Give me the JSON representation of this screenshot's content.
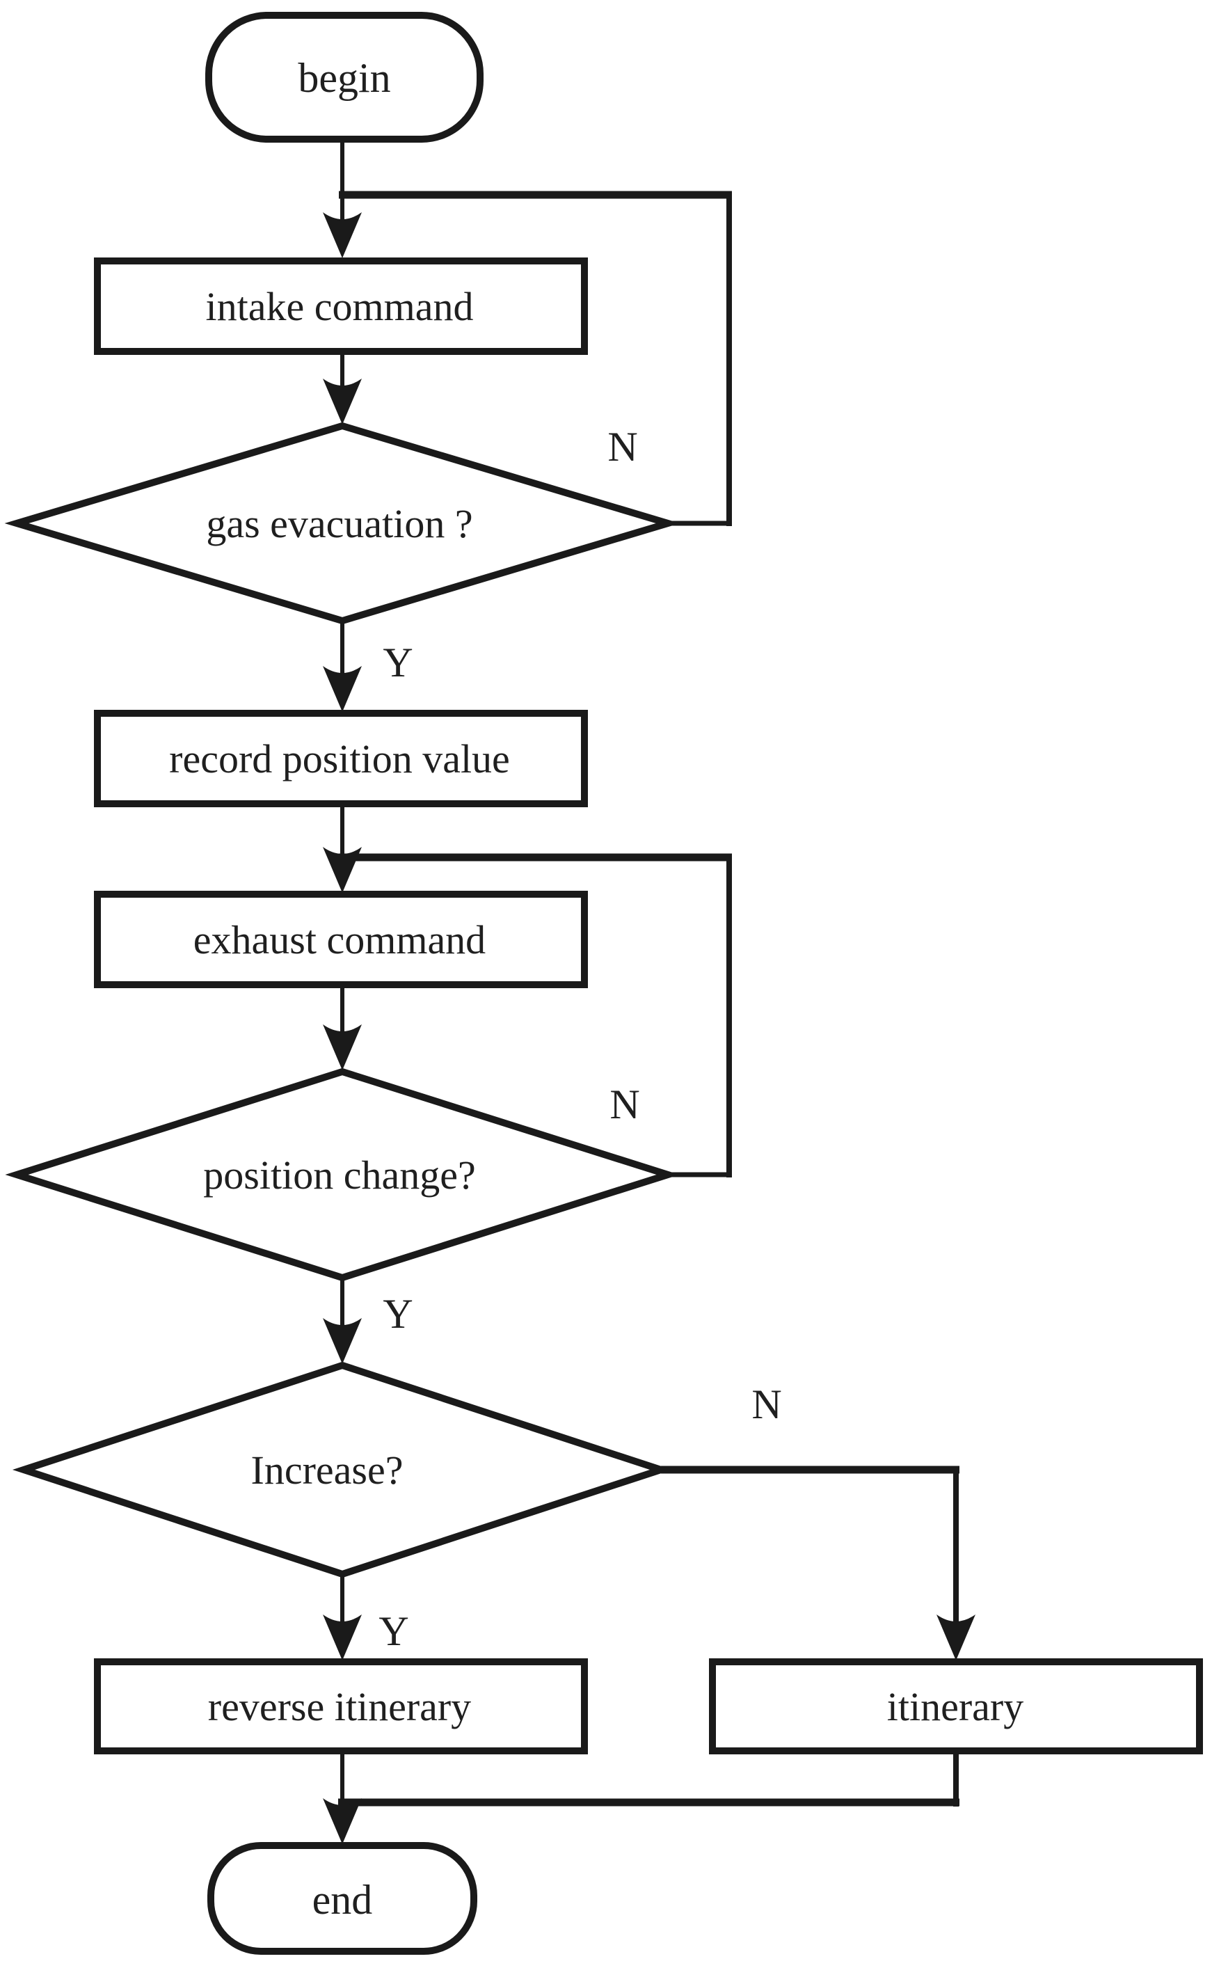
{
  "colors": {
    "ink": "#1a1a1a",
    "background": "#ffffff"
  },
  "nodes": {
    "begin": {
      "type": "terminator",
      "label": "begin"
    },
    "intake_command": {
      "type": "process",
      "label": "intake command"
    },
    "gas_evacuation": {
      "type": "decision",
      "label": "gas evacuation ?"
    },
    "record_position_value": {
      "type": "process",
      "label": "record position value"
    },
    "exhaust_command": {
      "type": "process",
      "label": "exhaust command"
    },
    "position_change": {
      "type": "decision",
      "label": "position change?"
    },
    "increase": {
      "type": "decision",
      "label": "Increase?"
    },
    "reverse_itinerary": {
      "type": "process",
      "label": "reverse itinerary"
    },
    "itinerary": {
      "type": "process",
      "label": "itinerary"
    },
    "end": {
      "type": "terminator",
      "label": "end"
    }
  },
  "edge_labels": {
    "gas_evacuation_no": "N",
    "gas_evacuation_yes": "Y",
    "position_change_no": "N",
    "position_change_yes": "Y",
    "increase_no": "N",
    "increase_yes": "Y"
  }
}
